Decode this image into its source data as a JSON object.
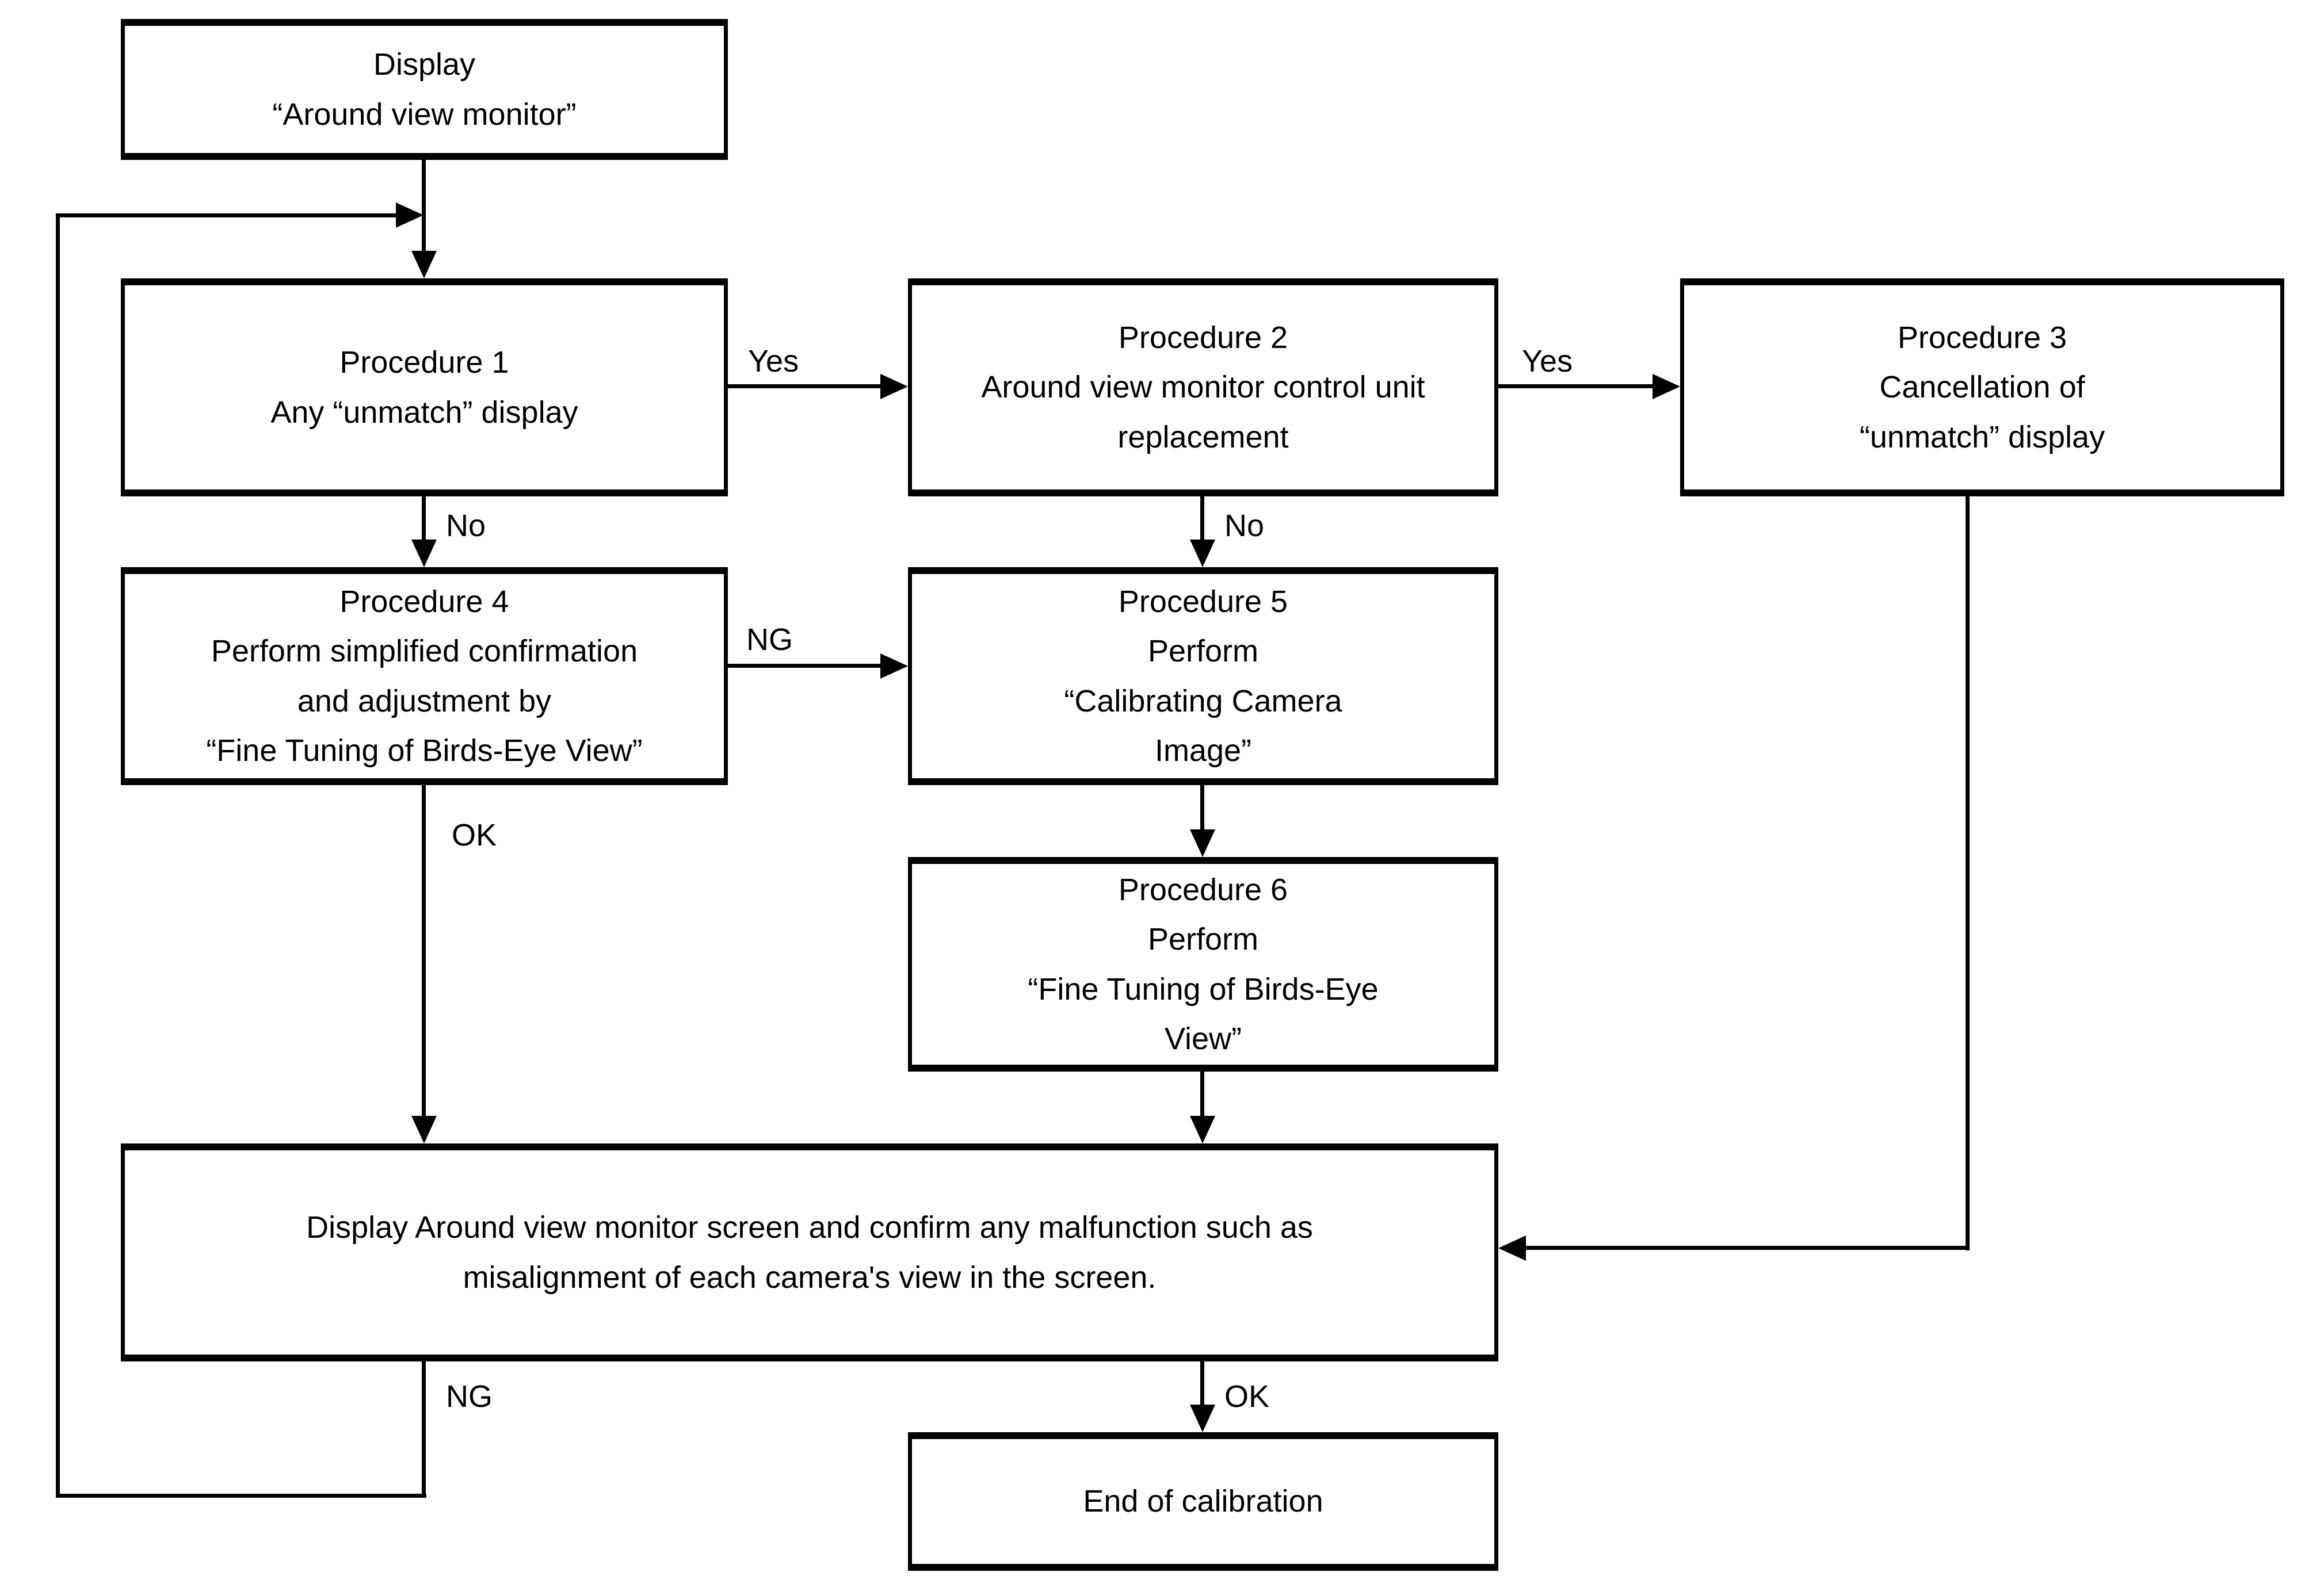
{
  "diagram": {
    "title": "Around view monitor calibration flowchart",
    "colors": {
      "background": "#ffffff",
      "ink": "#000000"
    },
    "boxes": {
      "display": {
        "text": "Display\n“Around view monitor”"
      },
      "p1": {
        "text": "Procedure 1\nAny “unmatch” display"
      },
      "p2": {
        "text": "Procedure 2\nAround view monitor control unit\nreplacement"
      },
      "p3": {
        "text": "Procedure 3\nCancellation of\n“unmatch” display"
      },
      "p4": {
        "text": "Procedure 4\nPerform simplified confirmation\nand adjustment by\n“Fine Tuning of Birds-Eye View”"
      },
      "p5": {
        "text": "Procedure 5\nPerform\n“Calibrating Camera\nImage”"
      },
      "p6": {
        "text": "Procedure 6\nPerform\n“Fine Tuning of Birds-Eye\nView”"
      },
      "confirm": {
        "text": "Display Around view monitor screen and confirm any malfunction such as\nmisalignment of each camera's view in the screen."
      },
      "end": {
        "text": "End of calibration"
      }
    },
    "labels": {
      "yes1": "Yes",
      "yes2": "Yes",
      "no1": "No",
      "no2": "No",
      "ng1": "NG",
      "ok1": "OK",
      "ng2": "NG",
      "ok2": "OK"
    }
  }
}
